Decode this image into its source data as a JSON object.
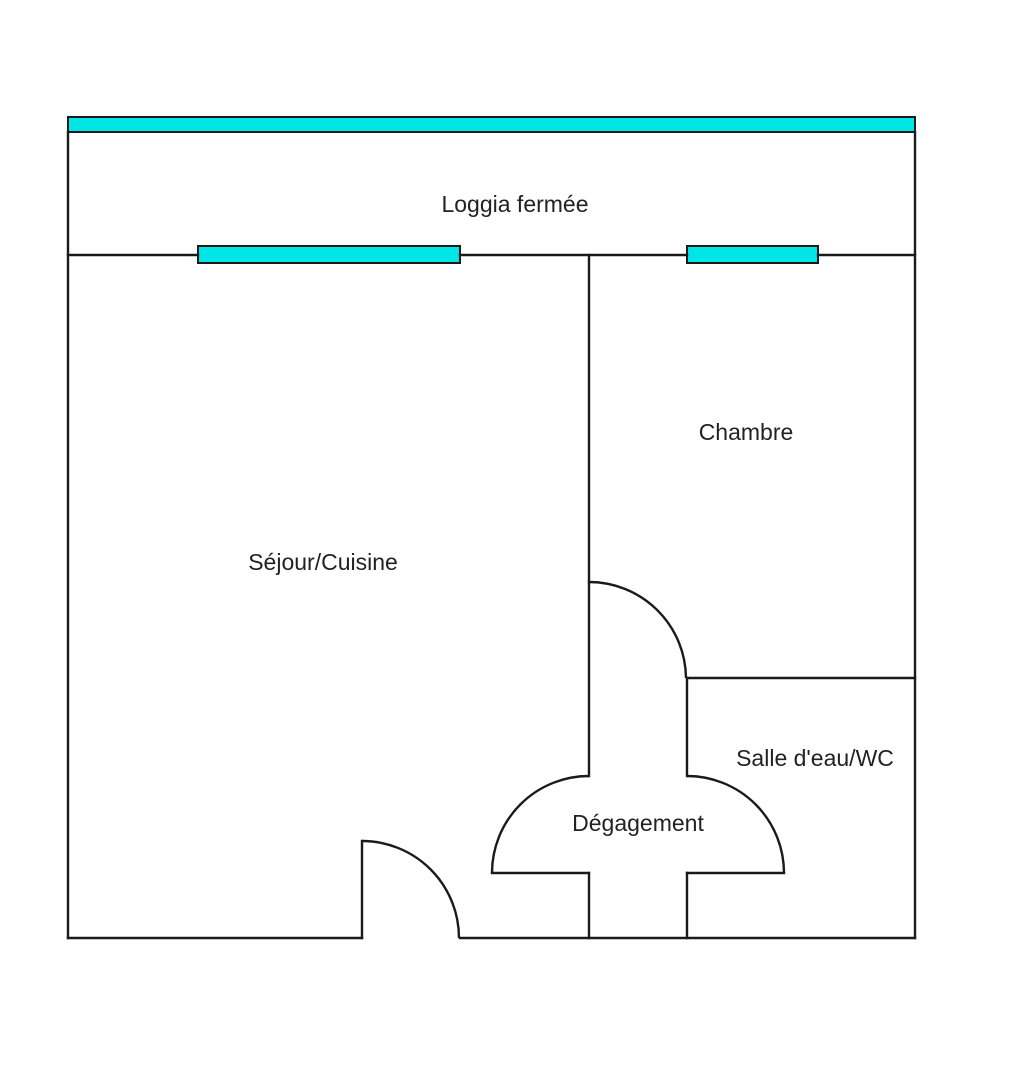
{
  "colors": {
    "background": "#ffffff",
    "wall": "#1a1a1a",
    "window": "#00e5e5",
    "label": "#222222"
  },
  "rooms": {
    "loggia": "Loggia fermée",
    "chambre": "Chambre",
    "sejour": "Séjour/Cuisine",
    "salle_eau": "Salle d'eau/WC",
    "degagement": "Dégagement"
  }
}
